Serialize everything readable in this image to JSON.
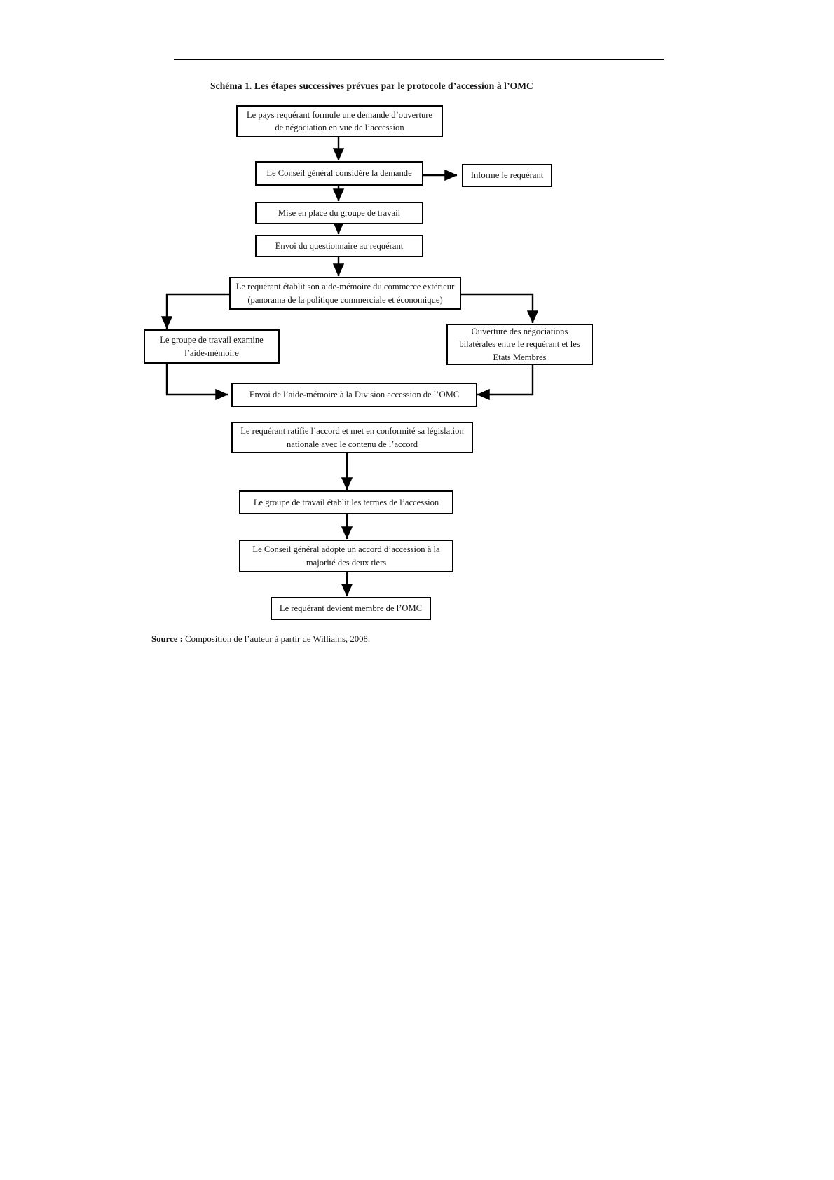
{
  "figure": {
    "title": "Schéma 1. Les étapes successives prévues par le protocole d’accession à l’OMC",
    "source_label": "Source :",
    "source_text": " Composition de l’auteur à partir de Williams, 2008."
  },
  "chart_data": {
    "type": "diagram",
    "title": "Schéma 1. Les étapes successives prévues par le protocole d’accession à l’OMC",
    "nodes": [
      {
        "id": "n1",
        "lines": [
          "Le pays requérant formule une demande d’ouverture",
          "de négociation en vue de l’accession"
        ]
      },
      {
        "id": "n2",
        "lines": [
          "Le Conseil général considère la demande"
        ]
      },
      {
        "id": "n3",
        "lines": [
          "Informe le requérant"
        ]
      },
      {
        "id": "n4",
        "lines": [
          "Mise en place du groupe de travail"
        ]
      },
      {
        "id": "n5",
        "lines": [
          "Envoi du questionnaire au requérant"
        ]
      },
      {
        "id": "n6",
        "lines": [
          "Le requérant établit son aide-mémoire du commerce extérieur",
          "(panorama de la politique commerciale et économique)"
        ]
      },
      {
        "id": "n7",
        "lines": [
          "Le groupe de travail examine",
          "l’aide-mémoire"
        ]
      },
      {
        "id": "n8",
        "lines": [
          "Ouverture des négociations",
          "bilatérales entre le requérant et les",
          "Etats Membres"
        ]
      },
      {
        "id": "n9",
        "lines": [
          "Envoi de l’aide-mémoire à la Division accession de l’OMC"
        ]
      },
      {
        "id": "n10",
        "lines": [
          "Le requérant ratifie l’accord et met en conformité sa législation",
          "nationale avec le contenu de l’accord"
        ]
      },
      {
        "id": "n11",
        "lines": [
          "Le groupe de travail établit les termes de l’accession"
        ]
      },
      {
        "id": "n12",
        "lines": [
          "Le Conseil général adopte un accord d’accession à la",
          "majorité des deux tiers"
        ]
      },
      {
        "id": "n13",
        "lines": [
          "Le requérant devient membre de l’OMC"
        ]
      }
    ],
    "edges": [
      {
        "from": "n1",
        "to": "n2",
        "style": "arrow-down"
      },
      {
        "from": "n2",
        "to": "n3",
        "style": "arrow-right"
      },
      {
        "from": "n2",
        "to": "n4",
        "style": "arrow-down"
      },
      {
        "from": "n4",
        "to": "n5",
        "style": "arrow-down"
      },
      {
        "from": "n5",
        "to": "n6",
        "style": "arrow-down"
      },
      {
        "from": "n6",
        "to": "n7",
        "style": "elbow-left-down"
      },
      {
        "from": "n6",
        "to": "n8",
        "style": "elbow-right-down"
      },
      {
        "from": "n7",
        "to": "n9",
        "style": "elbow-down-right"
      },
      {
        "from": "n8",
        "to": "n9",
        "style": "elbow-down-left"
      },
      {
        "from": "n10",
        "to": "n11",
        "style": "arrow-down"
      },
      {
        "from": "n11",
        "to": "n12",
        "style": "arrow-down"
      },
      {
        "from": "n12",
        "to": "n13",
        "style": "arrow-down"
      }
    ],
    "line_color": "#000000",
    "box_fill": "#ffffff"
  }
}
